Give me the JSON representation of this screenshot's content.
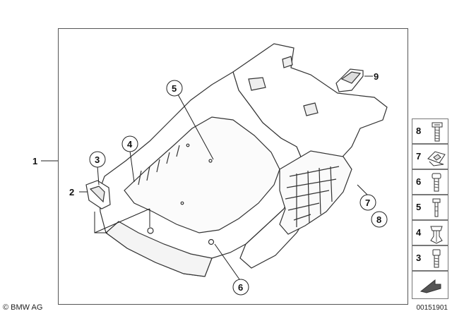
{
  "diagram": {
    "callouts": {
      "c1": "1",
      "c2": "2",
      "c3": "3",
      "c4": "4",
      "c5": "5",
      "c6": "6",
      "c7": "7",
      "c8": "8",
      "c9": "9"
    },
    "legend": [
      {
        "num": "8",
        "icon": "bolt-icon"
      },
      {
        "num": "7",
        "icon": "spring-nut-icon"
      },
      {
        "num": "6",
        "icon": "screw-icon"
      },
      {
        "num": "5",
        "icon": "pin-icon"
      },
      {
        "num": "4",
        "icon": "expanding-rivet-icon"
      },
      {
        "num": "3",
        "icon": "fillister-screw-icon"
      }
    ],
    "copyright": "© BMW AG",
    "doc_number": "00151901"
  }
}
